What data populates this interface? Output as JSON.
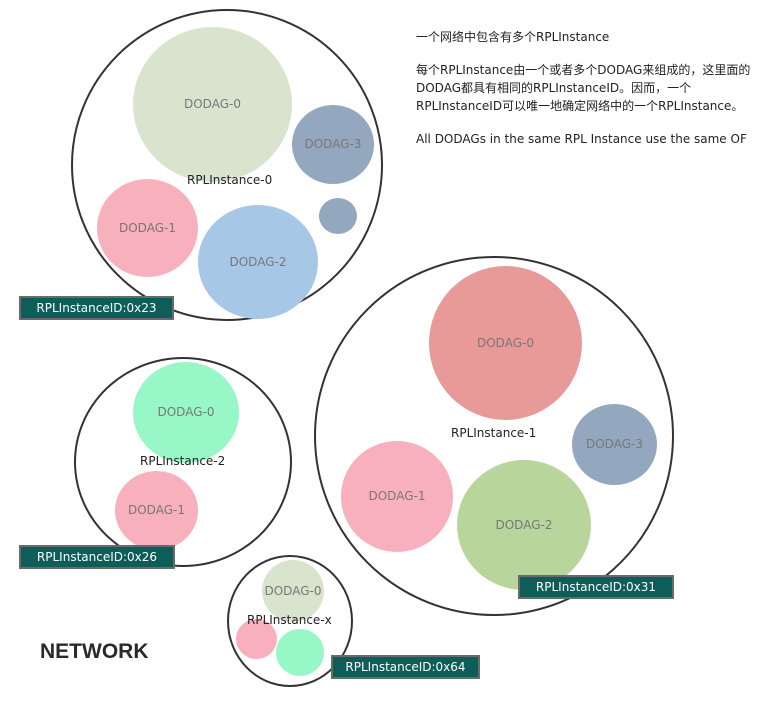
{
  "notes": {
    "line1": "一个网络中包含有多个RPLInstance",
    "line2": "每个RPLInstance由一个或者多个DODAG来组成的，这里面的DODAG都具有相同的RPLInstanceID。因而，一个RPLInstanceID可以唯一地确定网络中的一个RPLInstance。",
    "line3": "All DODAGs in the same RPL Instance use the same OF"
  },
  "network_label": "NETWORK",
  "instances": {
    "i0": {
      "name": "RPLInstance-0",
      "id_label": "RPLInstanceID:0x23",
      "dodags": [
        "DODAG-0",
        "DODAG-3",
        "DODAG-1",
        "DODAG-2"
      ]
    },
    "i1": {
      "name": "RPLInstance-1",
      "id_label": "RPLInstanceID:0x31",
      "dodags": [
        "DODAG-0",
        "DODAG-3",
        "DODAG-1",
        "DODAG-2"
      ]
    },
    "i2": {
      "name": "RPLInstance-2",
      "id_label": "RPLInstanceID:0x26",
      "dodags": [
        "DODAG-0",
        "DODAG-1"
      ]
    },
    "ix": {
      "name": "RPLInstance-x",
      "id_label": "RPLInstanceID:0x64",
      "dodags": [
        "DODAG-0"
      ]
    }
  },
  "colors": {
    "sage": "#d9e4cf",
    "slate": "#93a8be",
    "pink": "#f8b0bd",
    "sky": "#a7c7e7",
    "salmon": "#e89a99",
    "mint": "#98f7c6",
    "olive": "#b8d69b",
    "tag_bg": "#0d5e58"
  }
}
